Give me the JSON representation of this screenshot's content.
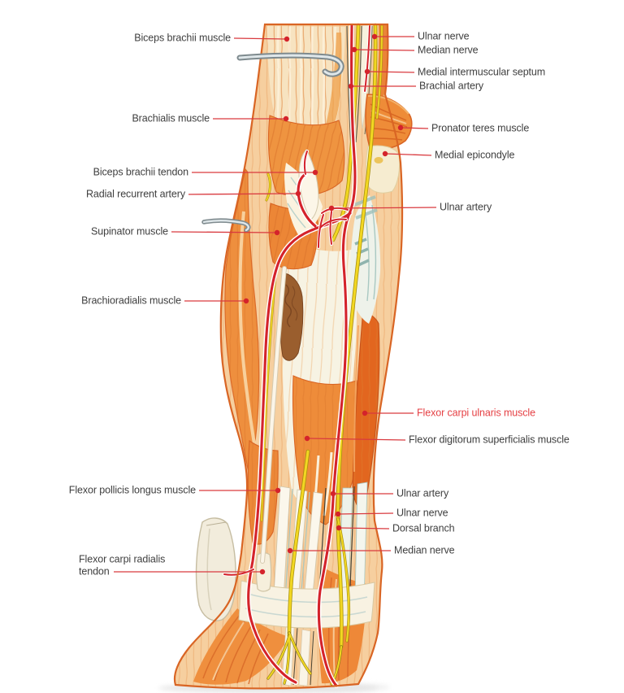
{
  "figure": {
    "subject": "Forearm anatomy (anterior view) with labeled muscles, nerves and arteries",
    "background": "#ffffff",
    "label_text_color": "#3e3e3e",
    "highlight_label_color": "#e54044",
    "leader_line_color": "#d93a3f",
    "palette": {
      "muscle": "#ee8f3e",
      "muscle_deep": "#e2661f",
      "tendon_cream": "#f8f2e2",
      "tendon_shadow": "#b9d2cc",
      "nerve_yellow": "#f2d722",
      "artery_red": "#d4232b",
      "outline_orange": "#d96524",
      "retractor_gray": "#7e8a8e"
    }
  },
  "labels": {
    "left": [
      {
        "text": "Biceps brachii muscle"
      },
      {
        "text": "Brachialis muscle"
      },
      {
        "text": "Biceps brachii tendon"
      },
      {
        "text": "Radial recurrent artery"
      },
      {
        "text": "Supinator muscle"
      },
      {
        "text": "Brachioradialis muscle"
      },
      {
        "text": "Flexor pollicis longus muscle"
      },
      {
        "text": "Flexor carpi radialis tendon"
      }
    ],
    "right": [
      {
        "text": "Ulnar nerve"
      },
      {
        "text": "Median nerve"
      },
      {
        "text": "Medial intermuscular septum"
      },
      {
        "text": "Brachial artery"
      },
      {
        "text": "Pronator teres muscle"
      },
      {
        "text": "Medial epicondyle"
      },
      {
        "text": "Ulnar artery"
      },
      {
        "text": "Flexor carpi ulnaris muscle",
        "highlighted": true
      },
      {
        "text": "Flexor digitorum superficialis muscle"
      },
      {
        "text": "Ulnar artery"
      },
      {
        "text": "Ulnar nerve"
      },
      {
        "text": "Dorsal branch"
      },
      {
        "text": "Median nerve"
      }
    ]
  }
}
